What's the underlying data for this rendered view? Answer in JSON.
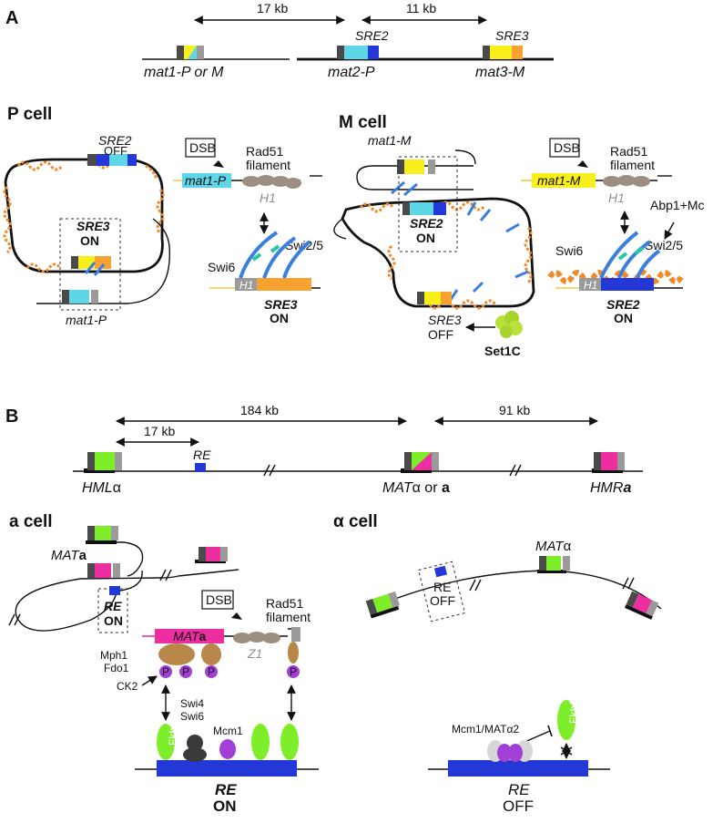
{
  "panel_a": {
    "letter": "A",
    "dist_1": "17 kb",
    "dist_2": "11 kb",
    "sre2": "SRE2",
    "sre3": "SRE3",
    "mat1": "mat1-P or M",
    "mat2": "mat2-P",
    "mat3": "mat3-M"
  },
  "p_cell": {
    "title": "P cell",
    "sre2": "SRE2",
    "sre2_state": "OFF",
    "sre3": "SRE3",
    "sre3_state": "ON",
    "mat1": "mat1-P",
    "dsb": "DSB",
    "rad51": "Rad51",
    "filament": "filament",
    "mat1_donor": "mat1-P",
    "h1": "H1",
    "swi6": "Swi6",
    "swi25": "Swi2/5",
    "h1_b": "H1",
    "sre3_b": "SRE3",
    "sre3_b_state": "ON"
  },
  "m_cell": {
    "title": "M cell",
    "mat1": "mat1-M",
    "sre2": "SRE2",
    "sre2_state": "ON",
    "sre3": "SRE3",
    "sre3_state": "OFF",
    "set1c": "Set1C",
    "dsb": "DSB",
    "rad51": "Rad51",
    "filament": "filament",
    "mat1_donor": "mat1-M",
    "h1": "H1",
    "abp1": "Abp1+Mc",
    "swi6": "Swi6",
    "swi25": "Swi2/5",
    "h1_b": "H1",
    "sre2_b": "SRE2",
    "sre2_b_state": "ON"
  },
  "panel_b": {
    "letter": "B",
    "dist_184": "184 kb",
    "dist_91": "91 kb",
    "dist_17": "17 kb",
    "re": "RE",
    "hml": "HML",
    "hml_sub": "α",
    "mat_pre": "MAT",
    "mat_alpha": "α",
    "mat_or": " or ",
    "mat_a": "a",
    "hmr": "HMR",
    "hmr_a": "a"
  },
  "a_cell": {
    "title": "a cell",
    "mat": "MAT",
    "mat_a": "a",
    "re": "RE",
    "re_state": "ON",
    "dsb": "DSB",
    "rad51": "Rad51",
    "filament": "filament",
    "mat_donor": "MAT",
    "mat_donor_a": "a",
    "z1": "Z1",
    "mph1": "Mph1",
    "fdo1": "Fdo1",
    "ck2": "CK2",
    "p": "P",
    "swi4": "Swi4",
    "swi6": "Swi6",
    "mcm1": "Mcm1",
    "fkh1": "Fkh1",
    "re_b": "RE",
    "re_b_state": "ON"
  },
  "alpha_cell": {
    "title": "α cell",
    "mat": "MAT",
    "mat_alpha": "α",
    "re": "RE",
    "re_state": "OFF",
    "mcm1_mat": "Mcm1/MATα2",
    "fkh1": "Fkh1",
    "re_b": "RE",
    "re_b_state": "OFF"
  },
  "colors": {
    "cyan": "#5fd5e8",
    "yellow": "#f8ee1c",
    "orange": "#f7a230",
    "blue": "#2438d8",
    "green": "#7eed2a",
    "magenta": "#ec2ea0",
    "brown": "#b8874a",
    "purple": "#a23fd6",
    "dark_grey": "#4a4a4a",
    "light_grey": "#9a9a9a",
    "filament_grey": "#9c8f82",
    "chromatin": "#ef8a2a"
  }
}
